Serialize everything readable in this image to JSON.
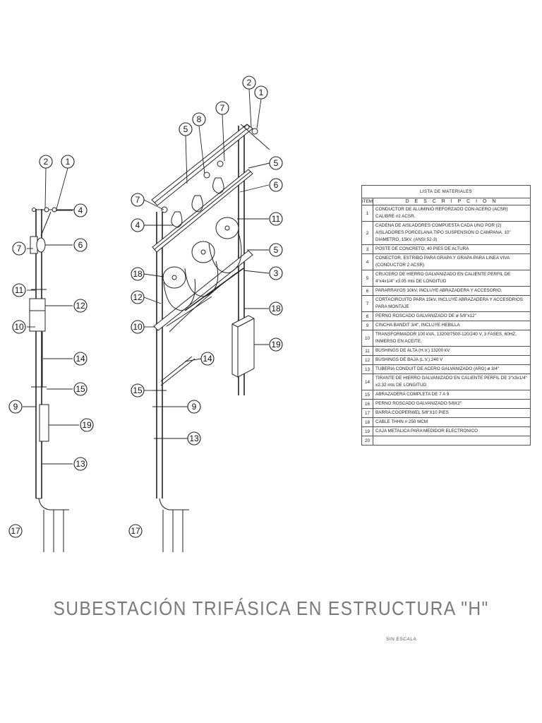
{
  "title": "SUBESTACIÓN TRIFÁSICA EN ESTRUCTURA \"H\"",
  "scale_note": "SIN ESCALA",
  "materials": {
    "header": "LISTA DE MATERIALES",
    "col_item": "ITEM",
    "col_desc": "D E S C R I P C I O N",
    "rows": [
      {
        "item": "1",
        "desc": "CONDUCTOR DE ALUMINIO REFORZADO CON ACERO (ACSR) CALIBRE #2 ACSR."
      },
      {
        "item": "2",
        "desc": "CADENA DE AISLADORES COMPUESTA CADA UNO POR (2) AISLADORES PORCELANA TIPO SUSPENSION O CAMPANA, 10\" DIAMETRO, 15kV. (ANSI 52-3)"
      },
      {
        "item": "3",
        "desc": "POSTE DE CONCRETO, 40 PIES DE ALTURA"
      },
      {
        "item": "4",
        "desc": "CONECTOR, ESTRIBO PARA GRAPA Y GRAPA PARA LINEA VIVA (CONDUCTOR 2 ACSR)"
      },
      {
        "item": "5",
        "desc": "CRUCERO DE HIERRO GALVANIZADO EN CALIENTE PERFIL DE 4\"x4x1/4\" x3.05 mts DE LONGITUD"
      },
      {
        "item": "6",
        "desc": "PARARRAYOS 10kV, INCLUYE ABRAZADERA Y ACCESORIO."
      },
      {
        "item": "7",
        "desc": "CORTACIRCUITO PARA 15kV, INCLUYE ABRAZADERA Y ACCESORIOS PARA MONTAJE"
      },
      {
        "item": "8",
        "desc": "PERNO ROSCADO GALVANIZADO DE ø 5/8\"x12\""
      },
      {
        "item": "9",
        "desc": "CINCHA BANDIT 3/4\", INCLUYE HEBILLA"
      },
      {
        "item": "10",
        "desc": "TRANSFORMADOR 100 kVA, 13200/7500-120/240 V, 3 FASES, 60HZ, INMERSO EN ACEITE,"
      },
      {
        "item": "11",
        "desc": "BUSHINGS DE ALTA (H.V.) 13200 kV"
      },
      {
        "item": "12",
        "desc": "BUSHINGS DE BAJA (L.V.) 240 V"
      },
      {
        "item": "13",
        "desc": "TUBERIA CONDUIT DE ACERO GALVANIZADO (ARG) ø 3/4\""
      },
      {
        "item": "14",
        "desc": "TIRANTE DE HIERRO GALVANIZADO EN CALIENTE PERFIL DE 3\"x3x1/4\" x2.32 mts DE LONGITUD"
      },
      {
        "item": "15",
        "desc": "ABRAZADERA COMPLETA DE 7 A 9"
      },
      {
        "item": "16",
        "desc": "PERNO ROSCADO GALVANIZADO 5/8X2\""
      },
      {
        "item": "17",
        "desc": "BARRA COOPERWEL 5/8\"X10 PIES"
      },
      {
        "item": "18",
        "desc": "CABLE THHN # 250 MCM"
      },
      {
        "item": "19",
        "desc": "CAJA METALICA PARA MEDIDOR ELECTRONICO"
      },
      {
        "item": "20",
        "desc": ""
      }
    ]
  },
  "left_view_callouts": [
    "2",
    "1",
    "4",
    "7",
    "6",
    "11",
    "12",
    "10",
    "14",
    "15",
    "9",
    "19",
    "13",
    "17"
  ],
  "right_view_callouts": [
    "2",
    "1",
    "7",
    "5",
    "8",
    "5",
    "6",
    "7",
    "4",
    "11",
    "5",
    "18",
    "3",
    "12",
    "18",
    "10",
    "19",
    "14",
    "15",
    "9",
    "13",
    "17"
  ]
}
